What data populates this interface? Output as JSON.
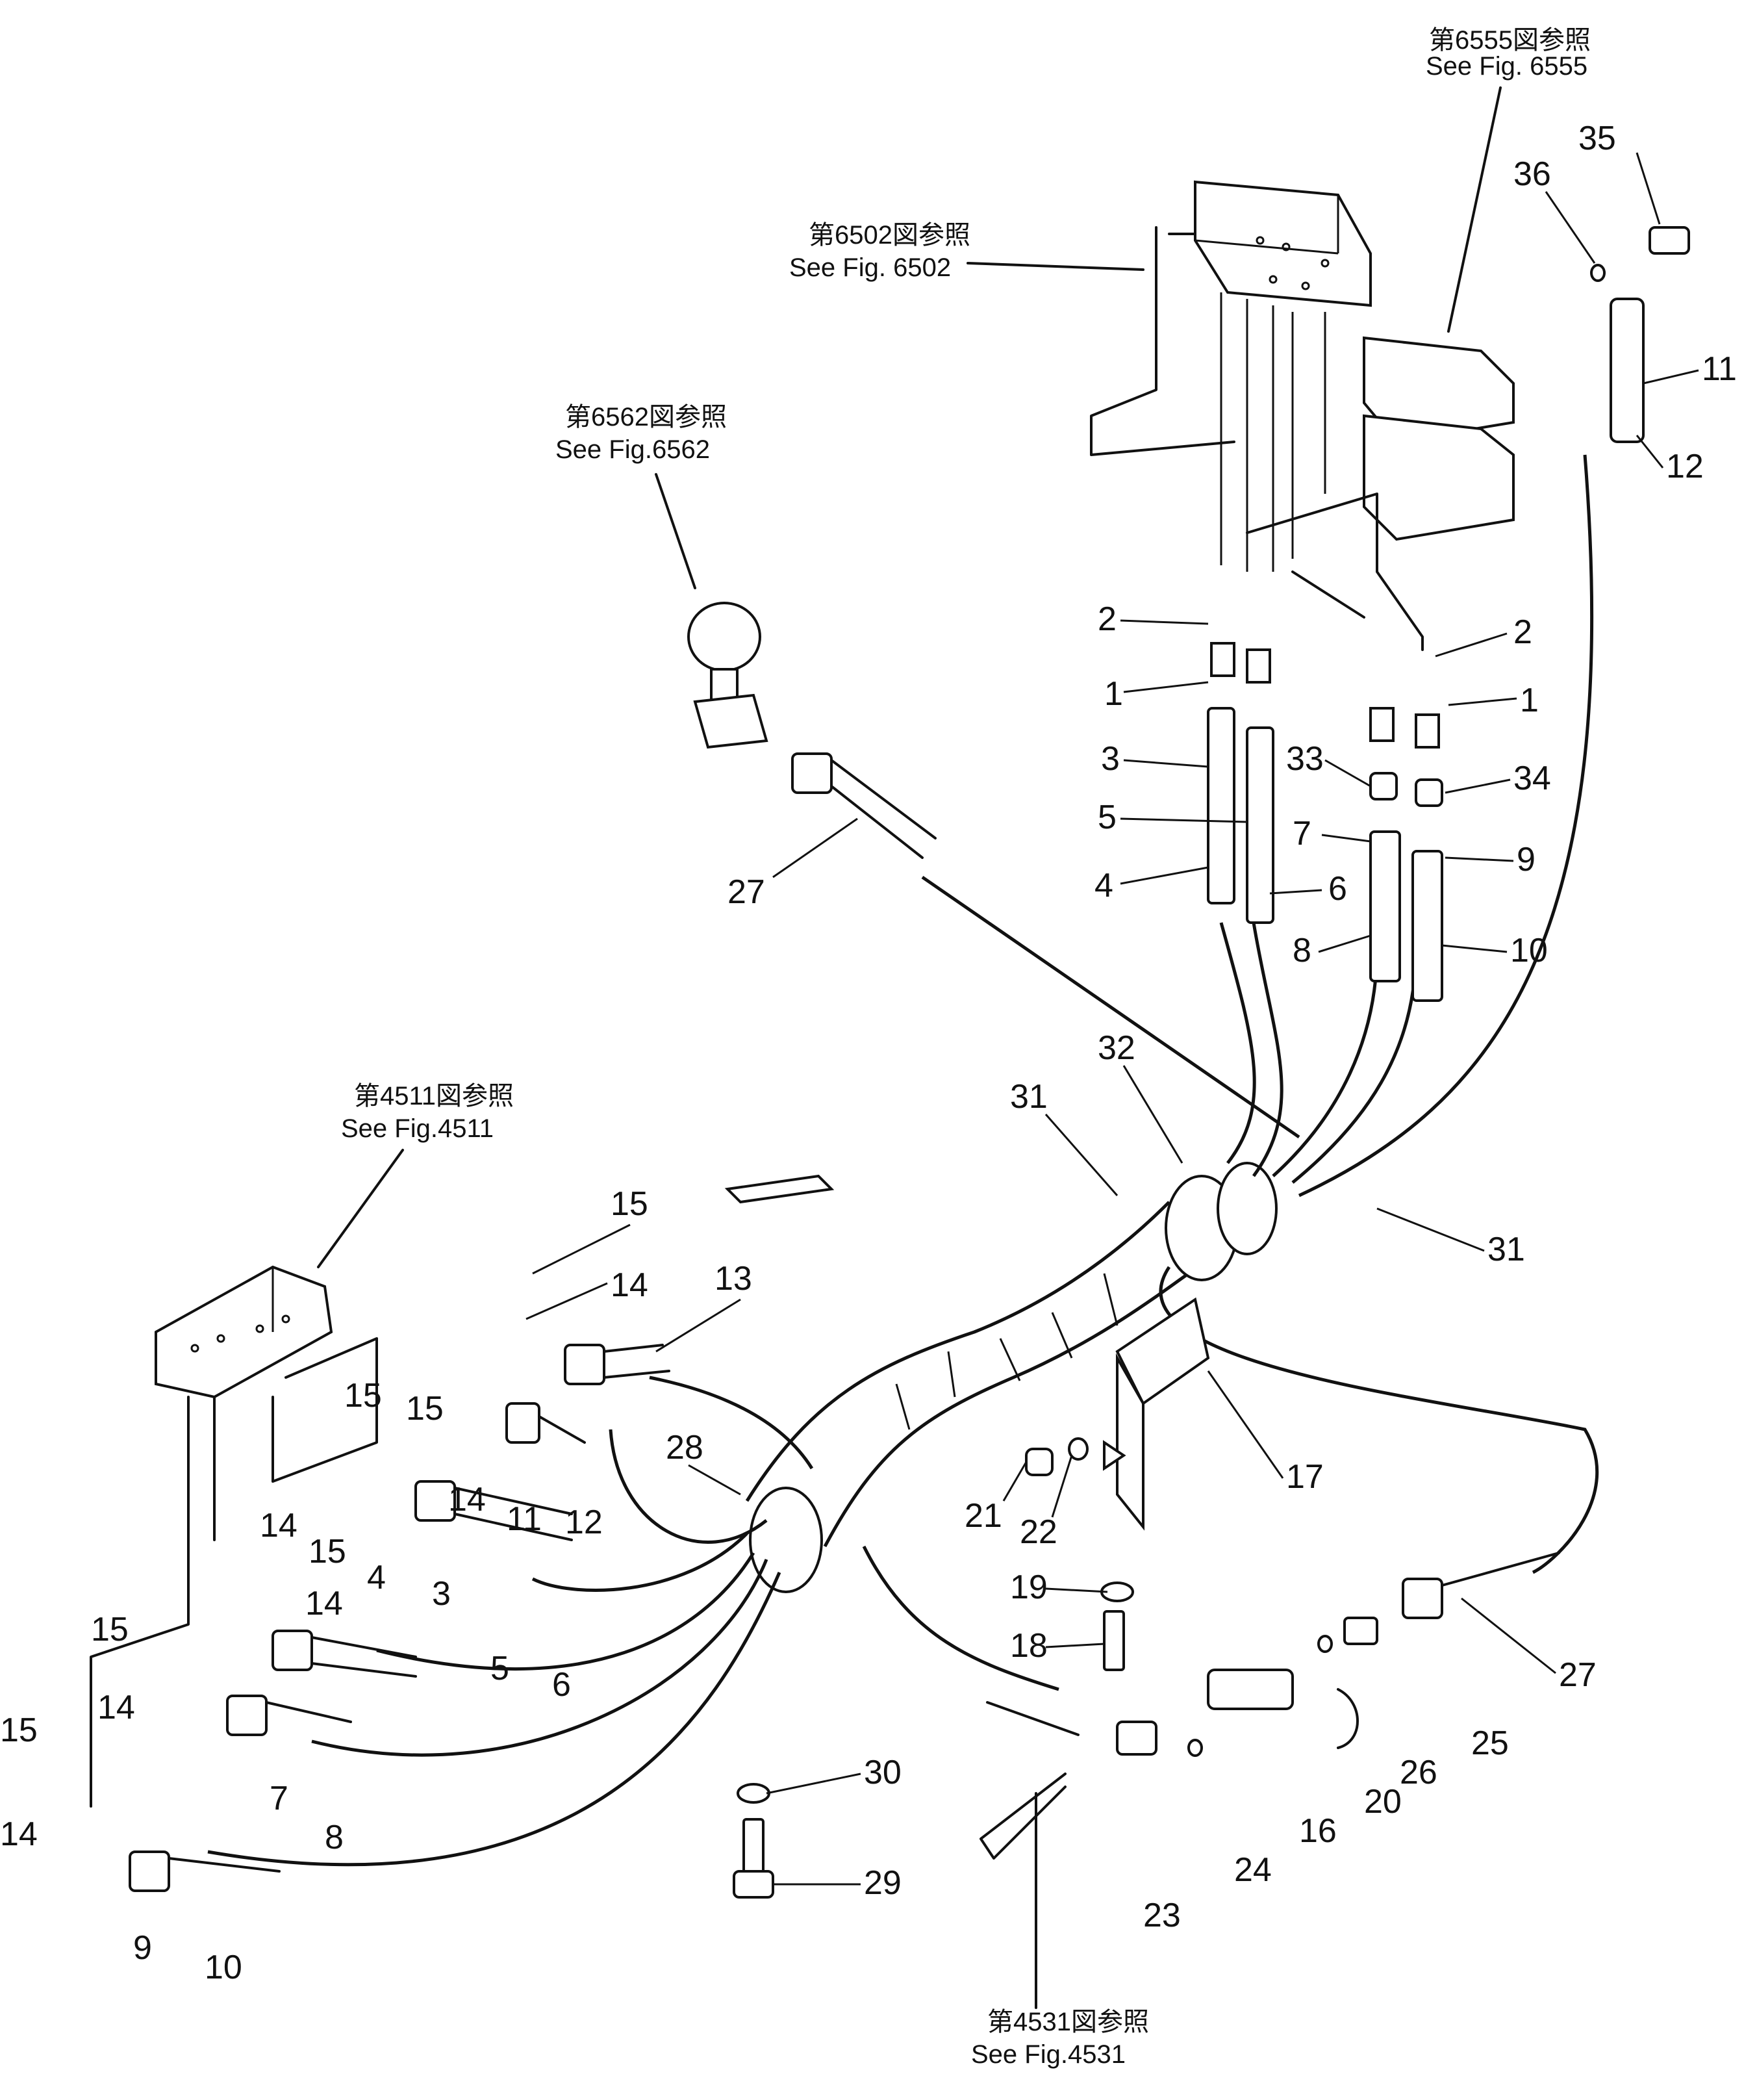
{
  "refs": {
    "fig6555_jp": "第6555図参照",
    "fig6555_en": "See Fig. 6555",
    "fig6502_jp": "第6502図参照",
    "fig6502_en": "See Fig. 6502",
    "fig6562_jp": "第6562図参照",
    "fig6562_en": "See Fig.6562",
    "fig4511_jp": "第4511図参照",
    "fig4511_en": "See Fig.4511",
    "fig4531_jp": "第4531図参照",
    "fig4531_en": "See Fig.4531"
  },
  "callouts": {
    "c35": "35",
    "c36": "36",
    "c11a": "11",
    "c12a": "12",
    "c2a": "2",
    "c2b": "2",
    "c1a": "1",
    "c1b": "1",
    "c3a": "3",
    "c5a": "5",
    "c4a": "4",
    "c6a": "6",
    "c33": "33",
    "c34": "34",
    "c7a": "7",
    "c9a": "9",
    "c8a": "8",
    "c10a": "10",
    "c27a": "27",
    "c32": "32",
    "c31a": "31",
    "c31b": "31",
    "c15a": "15",
    "c14a": "14",
    "c13": "13",
    "c15b": "15",
    "c15c": "15",
    "c14b": "14",
    "c11b": "11",
    "c12b": "12",
    "c28": "28",
    "c14c": "14",
    "c15d": "15",
    "c4b": "4",
    "c3b": "3",
    "c5b": "5",
    "c6b": "6",
    "c14d": "14",
    "c15e": "15",
    "c14e": "14",
    "c15f": "15",
    "c14f": "14",
    "c7b": "7",
    "c8b": "8",
    "c9b": "9",
    "c10b": "10",
    "c21": "21",
    "c22": "22",
    "c17": "17",
    "c19": "19",
    "c18": "18",
    "c27b": "27",
    "c25": "25",
    "c26": "26",
    "c20": "20",
    "c16": "16",
    "c24": "24",
    "c23": "23",
    "c30": "30",
    "c29": "29"
  }
}
